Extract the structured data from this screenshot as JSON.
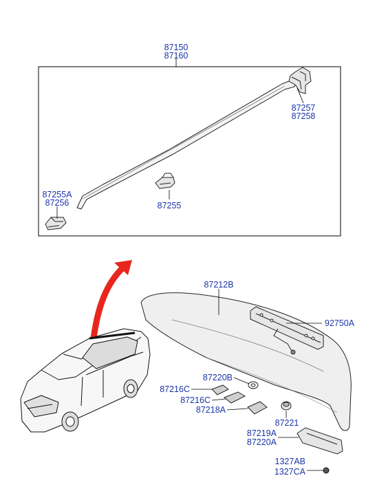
{
  "colors": {
    "label": "#1a35a8",
    "line": "#000000",
    "arrow": "#e8261e",
    "part_fill": "#ededed",
    "part_stroke": "#333333"
  },
  "labels": {
    "roof_rack_top": "87150",
    "roof_rack_bottom": "87160",
    "front_end_cap_top": "87257",
    "front_end_cap_bottom": "87258",
    "rear_end_cap_top": "87255A",
    "rear_end_cap_bottom": "87256",
    "center_bracket": "87255",
    "spoiler": "87212B",
    "stop_lamp": "92750A",
    "pad_b": "87220B",
    "pad_c1": "87216C",
    "pad_c2": "87216C",
    "pad_a": "87218A",
    "grommet": "87221",
    "end_piece_top": "87219A",
    "end_piece_bottom": "87220A",
    "clip_top": "1327AB",
    "clip_bottom": "1327CA"
  }
}
